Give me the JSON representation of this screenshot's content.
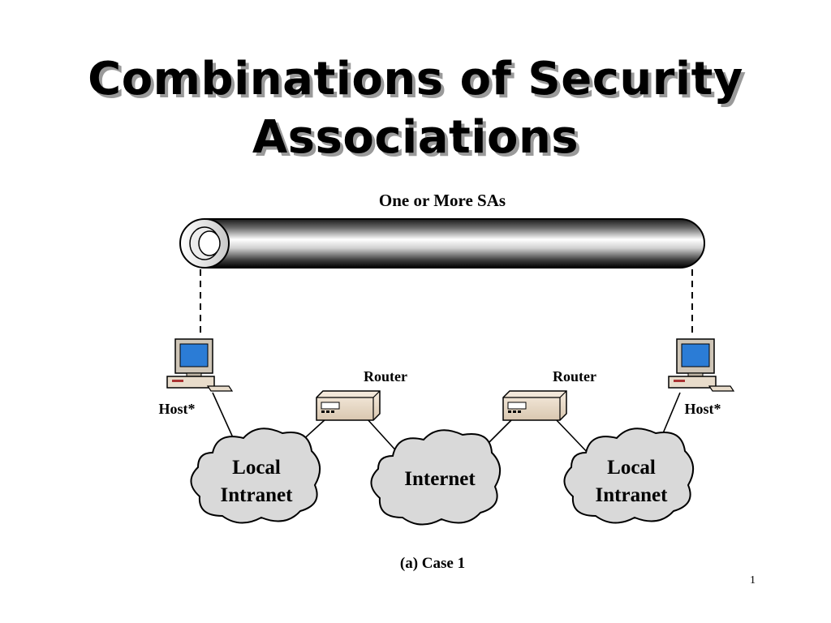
{
  "slide": {
    "title_line1": "Combinations of Security",
    "title_line2": "Associations",
    "page_number": "1"
  },
  "diagram": {
    "tunnel_label": "One or More SAs",
    "host_left_label": "Host*",
    "host_right_label": "Host*",
    "router_left_label": "Router",
    "router_right_label": "Router",
    "cloud_left": {
      "line1": "Local",
      "line2": "Intranet"
    },
    "cloud_center": {
      "line1": "Internet"
    },
    "cloud_right": {
      "line1": "Local",
      "line2": "Intranet"
    },
    "caption": "(a) Case 1"
  },
  "colors": {
    "cloud_fill": "#d9d9d9",
    "monitor_screen": "#2b7cd6",
    "router_body": "#efe1cf",
    "host_tower": "#e8dccb"
  }
}
